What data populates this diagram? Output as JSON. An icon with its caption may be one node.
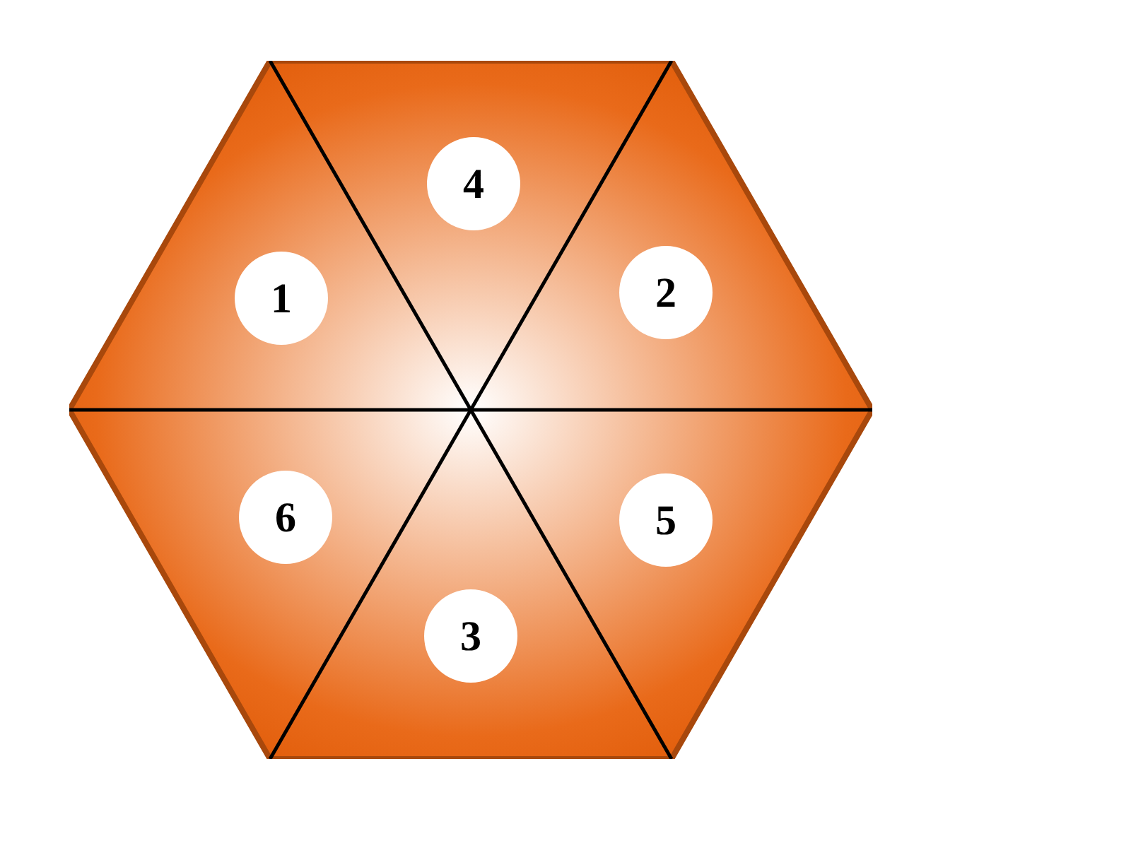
{
  "diagram": {
    "nodes": [
      {
        "text": [],
        "shape": "hexagon"
      },
      {
        "text": [
          "4"
        ],
        "in": 0
      },
      {
        "text": [
          "1"
        ],
        "in": 0
      },
      {
        "text": [
          "2"
        ],
        "in": 0
      },
      {
        "text": [
          "6"
        ],
        "in": 0
      },
      {
        "text": [
          "5"
        ],
        "in": 0
      },
      {
        "text": [
          "3"
        ],
        "in": 0
      }
    ]
  }
}
